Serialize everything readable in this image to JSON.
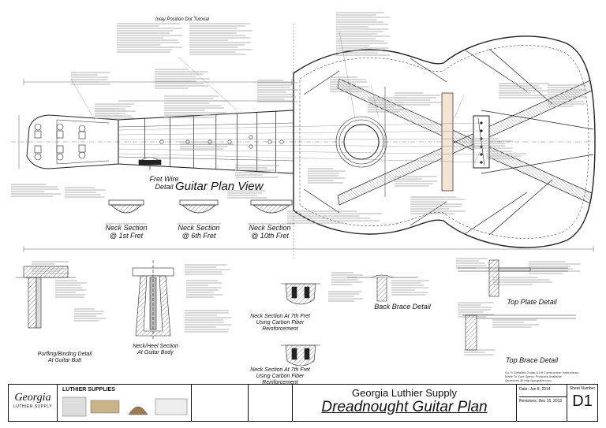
{
  "diagram": {
    "plan_view_title": "Guitar Plan View",
    "fret_wire_title": "Fret Wire Detail",
    "inlay_title": "Inlay Position Dot Tutorial",
    "neck_sections": [
      {
        "line1": "Neck Section",
        "line2": "@ 1st Fret"
      },
      {
        "line1": "Neck Section",
        "line2": "@ 6th Fret"
      },
      {
        "line1": "Neck Section",
        "line2": "@ 10th Fret"
      }
    ],
    "purfling_title": {
      "line1": "Purfling/Binding Detail",
      "line2": "At Guitar Butt"
    },
    "neckheel_title": {
      "line1": "Neck/Heel Section",
      "line2": "At Guitar Body"
    },
    "carbon_7th": {
      "line1": "Neck Section At 7th Fret",
      "line2": "Using Carbon Fiber",
      "line3": "Reinforcement"
    },
    "carbon_4th": {
      "line1": "Neck Section At 7th Fret",
      "line2": "Using Carbon Fiber",
      "line3": "Reinforcement"
    },
    "back_brace_title": "Back Brace Detail",
    "top_plate_title": "Top Plate Detail",
    "top_brace_title": "Top Brace Detail"
  },
  "title_block": {
    "brand_name": "Georgia",
    "brand_sub": "LUTHIER SUPPLY",
    "luthier_header": "LUTHIER SUPPLIES",
    "company": "Georgia Luthier Supply",
    "plan_title": "Dreadnought Guitar Plan",
    "date_label": "Date: Jan 8, 2014",
    "revision_label": "Revisions: Dec 15, 2013",
    "sheet_label": "Sheet Number",
    "sheet_number": "D1",
    "credit_line1": "Go To Detailed Guitar & Kit Construction Instructions",
    "credit_line2": "Made To Your Specs: Products Available",
    "credit_line3": "Questions @ http://ga-guitar.com"
  }
}
